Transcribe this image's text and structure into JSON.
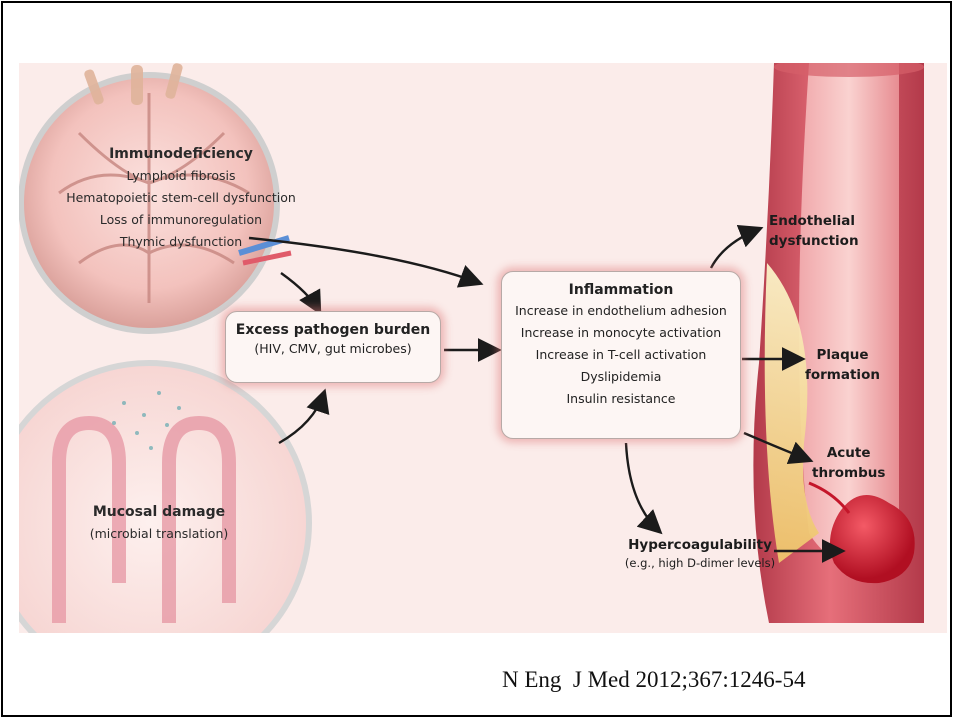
{
  "immunodeficiency": {
    "title": "Immunodeficiency",
    "items": [
      "Lymphoid fibrosis",
      "Hematopoietic stem-cell dysfunction",
      "Loss of immunoregulation",
      "Thymic dysfunction"
    ]
  },
  "mucosal": {
    "title": "Mucosal damage",
    "subtitle": "(microbial translation)"
  },
  "pathogen": {
    "title": "Excess pathogen burden",
    "subtitle": "(HIV, CMV, gut microbes)"
  },
  "inflammation": {
    "title": "Inflammation",
    "items": [
      "Increase in endothelium adhesion",
      "Increase in monocyte activation",
      "Increase in T-cell activation",
      "Dyslipidemia",
      "Insulin resistance"
    ]
  },
  "outcomes": {
    "endothelial_1": "Endothelial",
    "endothelial_2": "dysfunction",
    "plaque_1": "Plaque",
    "plaque_2": "formation",
    "thrombus_1": "Acute",
    "thrombus_2": "thrombus",
    "hyper_title": "Hypercoagulability",
    "hyper_sub": "(e.g., high D-dimer levels)"
  },
  "citation": "N Eng  J Med 2012;367:1246-54",
  "colors": {
    "background": "#fbecea",
    "vessel_outer": "#c9485a",
    "vessel_lumen": "#e8848c",
    "plaque": "#f2d88c",
    "thrombus": "#d31f32",
    "arrow": "#1b1b1b"
  }
}
